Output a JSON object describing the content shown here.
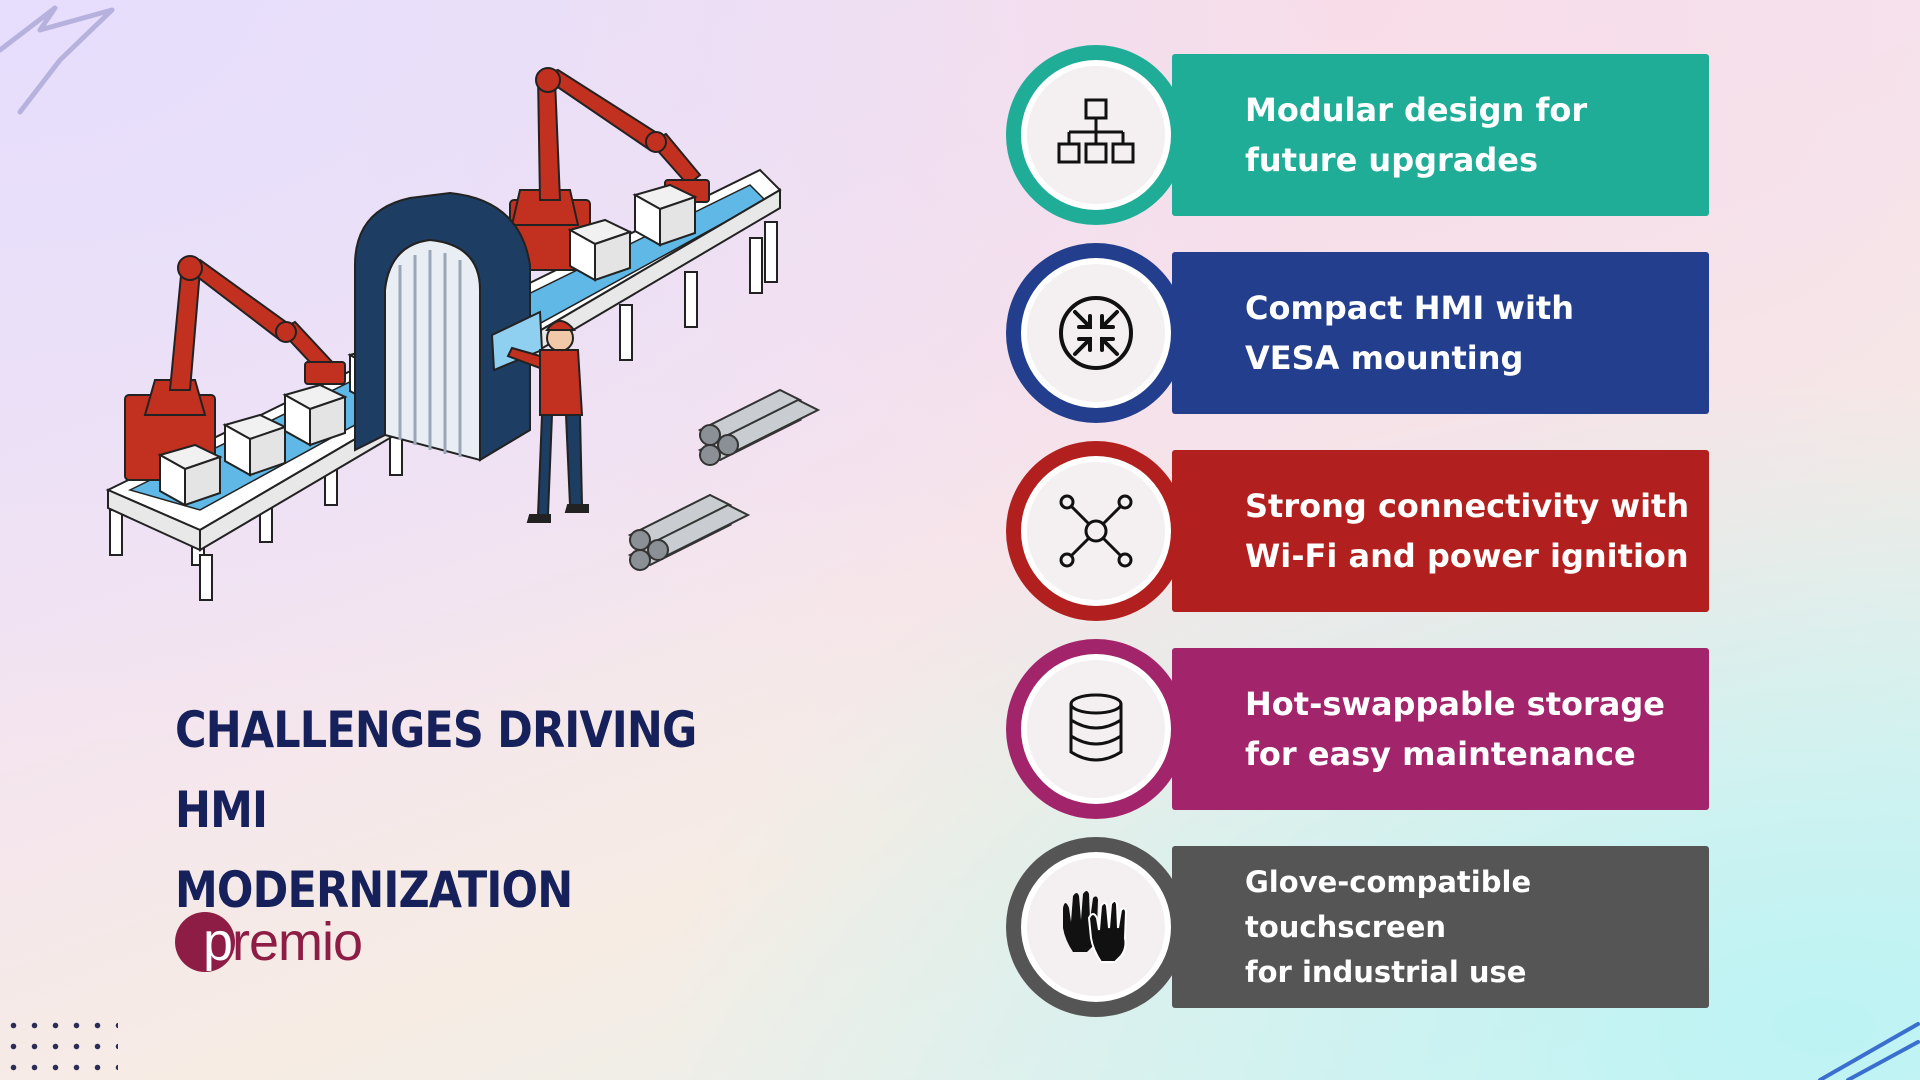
{
  "title": "CHALLENGES DRIVING HMI\nMODERNIZATION",
  "logo": {
    "first_letter": "p",
    "rest": "remio"
  },
  "features": [
    {
      "text": "Modular design for\nfuture upgrades",
      "color": "#1fad97",
      "icon": "hierarchy-icon"
    },
    {
      "text": "Compact HMI with\nVESA mounting",
      "color": "#233e8c",
      "icon": "compress-arrows-icon"
    },
    {
      "text": "Strong connectivity with\nWi-Fi and power ignition",
      "color": "#b1201e",
      "icon": "network-nodes-icon"
    },
    {
      "text": "Hot-swappable storage\nfor easy maintenance",
      "color": "#a2246b",
      "icon": "database-icon"
    },
    {
      "text": "Glove-compatible touchscreen\nfor industrial use",
      "color": "#555555",
      "icon": "gloves-icon"
    }
  ],
  "colors": {
    "title": "#16215c",
    "logo": "#8e1d45",
    "background_start": "#ebe0f7",
    "background_end": "#dff4f1"
  }
}
